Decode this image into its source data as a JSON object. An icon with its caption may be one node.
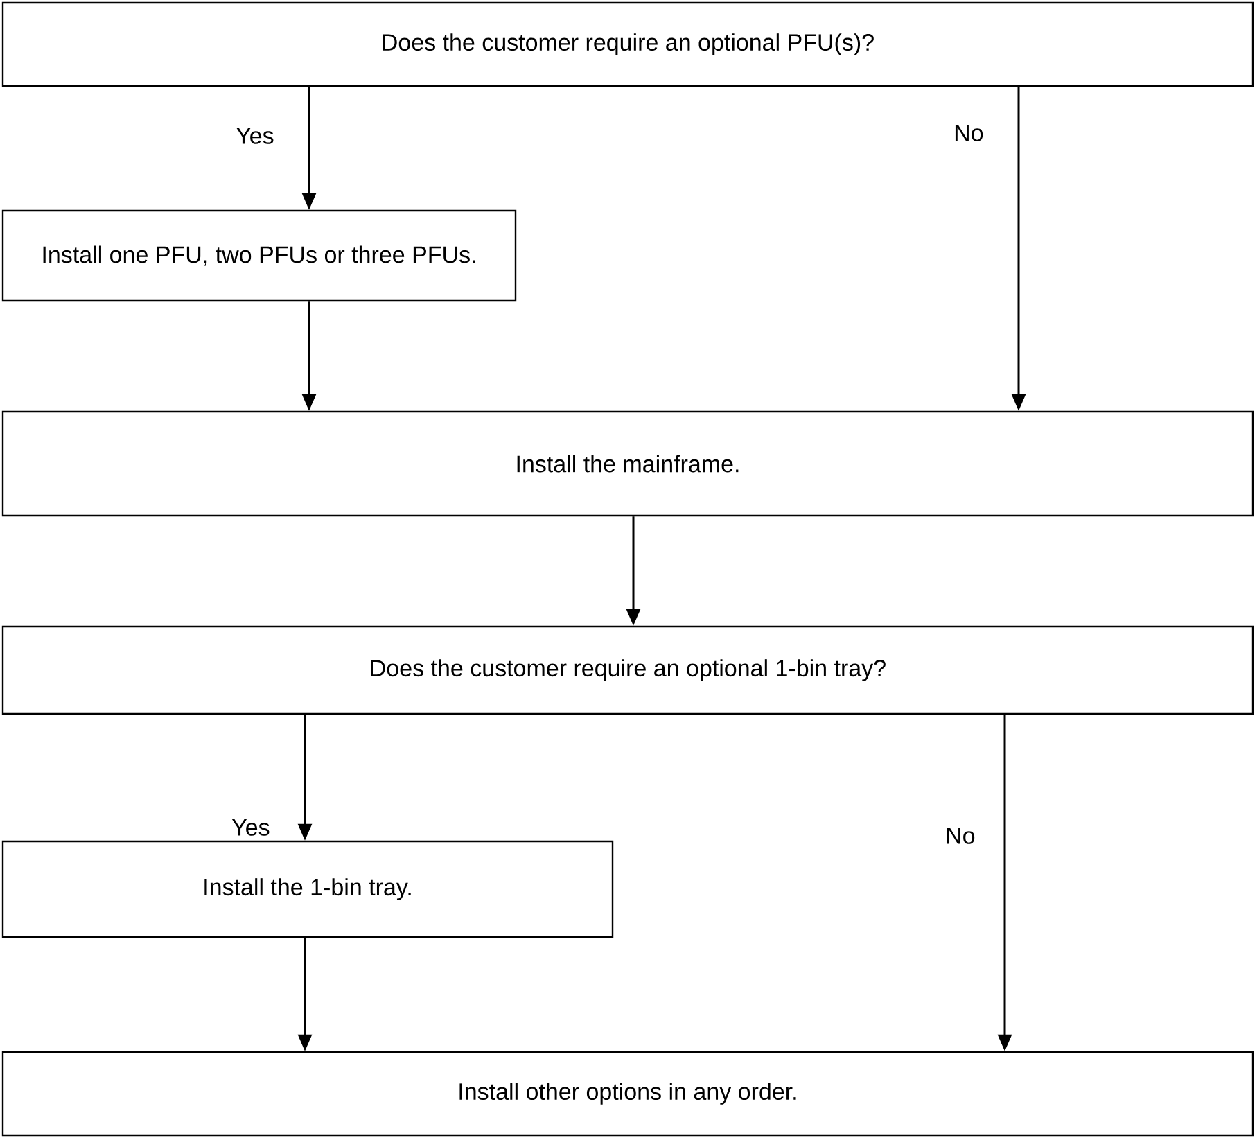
{
  "diagram": {
    "nodes": [
      {
        "text": [
          "Does the customer require an optional PFU(s)?"
        ]
      },
      {
        "text": [
          "Install one PFU, two PFUs or three PFUs."
        ]
      },
      {
        "text": [
          "Install the mainframe."
        ]
      },
      {
        "text": [
          "Does the customer require an optional 1-bin tray?"
        ]
      },
      {
        "text": [
          "Install the 1-bin tray."
        ]
      },
      {
        "text": [
          "Install other options in any order."
        ]
      }
    ],
    "edges": [
      {
        "from": 0,
        "to": 1,
        "arrow": "to",
        "label": "Yes"
      },
      {
        "from": 0,
        "to": 2,
        "arrow": "to",
        "label": "No"
      },
      {
        "from": 1,
        "to": 2,
        "arrow": "to"
      },
      {
        "from": 2,
        "to": 3,
        "arrow": "to"
      },
      {
        "from": 3,
        "to": 4,
        "arrow": "to",
        "label": "Yes"
      },
      {
        "from": 3,
        "to": 5,
        "arrow": "to",
        "label": "No"
      },
      {
        "from": 4,
        "to": 5,
        "arrow": "to"
      }
    ]
  }
}
